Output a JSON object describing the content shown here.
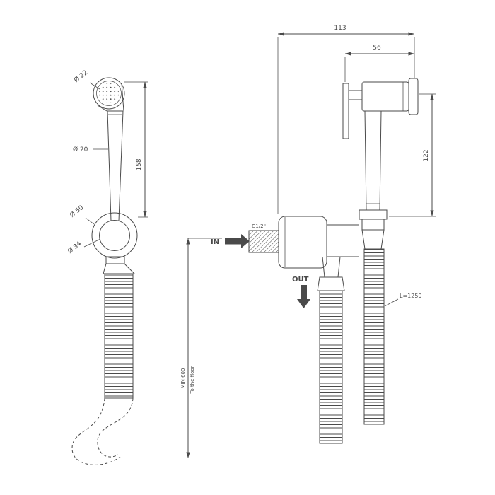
{
  "colors": {
    "line": "#4a4a4a",
    "background": "#ffffff"
  },
  "labels": {
    "dim_total_width": "113",
    "dim_head_width": "56",
    "dim_head_to_valve": "122",
    "dim_handle_length": "158",
    "dia_spray_face": "Ø 22",
    "dia_handle": "Ø 20",
    "dia_bracket_outer": "Ø 50",
    "dia_bracket_inner": "Ø 34",
    "thread_size": "G1/2\"",
    "inlet_label": "IN",
    "outlet_label": "OUT",
    "hose_length": "L=1250",
    "min_mounting_height": "MIN 600",
    "floor_note": "To the floor"
  }
}
